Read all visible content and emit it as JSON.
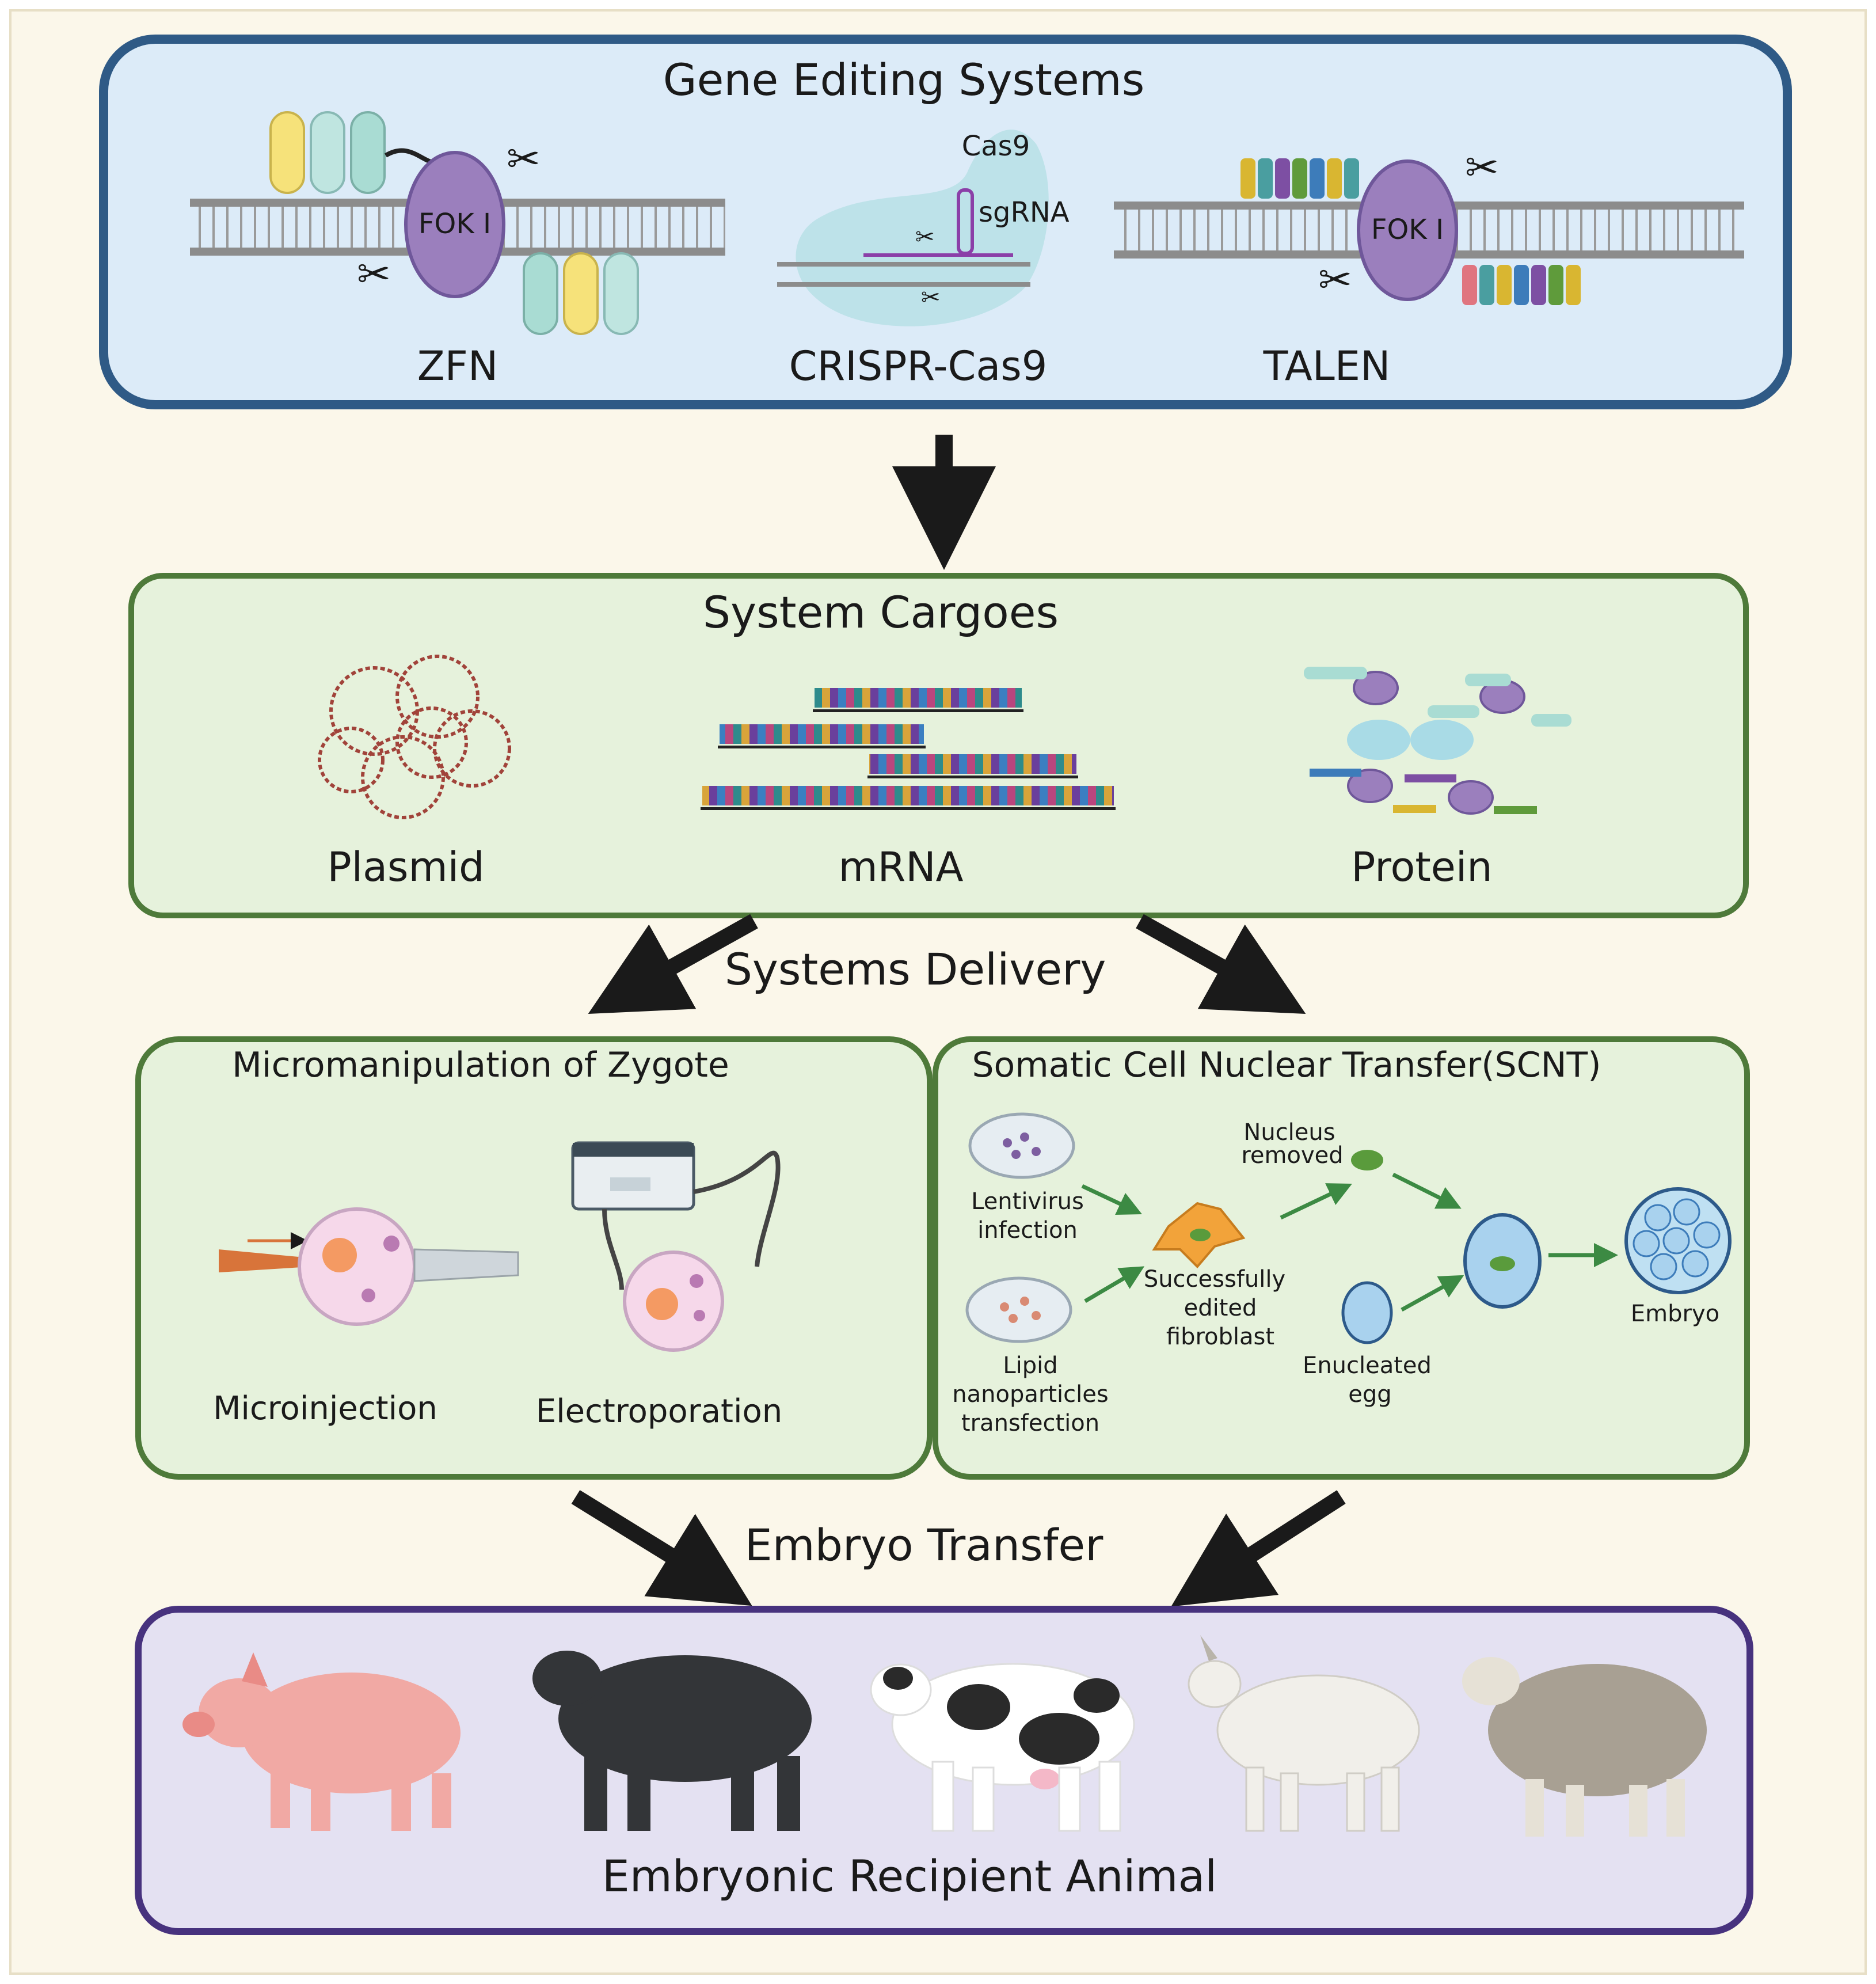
{
  "sections": {
    "gene_editing": {
      "title": "Gene Editing Systems",
      "zfn": "ZFN",
      "crispr": "CRISPR-Cas9",
      "talen": "TALEN",
      "fok1_left": "FOK I",
      "fok1_right": "FOK I",
      "cas9": "Cas9",
      "sgrna": "sgRNA"
    },
    "cargoes": {
      "title": "System Cargoes",
      "plasmid": "Plasmid",
      "mrna": "mRNA",
      "protein": "Protein"
    },
    "delivery": {
      "title": "Systems Delivery"
    },
    "micromanipulation": {
      "title": "Micromanipulation of Zygote",
      "microinjection": "Microinjection",
      "electroporation": "Electroporation"
    },
    "scnt": {
      "title": "Somatic Cell Nuclear Transfer(SCNT)",
      "lentivirus_line1": "Lentivirus",
      "lentivirus_line2": "infection",
      "lipid_line1": "Lipid",
      "lipid_line2": "nanoparticles",
      "lipid_line3": "transfection",
      "fibroblast_line1": "Successfully",
      "fibroblast_line2": "edited",
      "fibroblast_line3": "fibroblast",
      "nucleus_line1": "Nucleus",
      "nucleus_line2": "removed",
      "egg_line1": "Enucleated",
      "egg_line2": "egg",
      "embryo": "Embryo"
    },
    "transfer": {
      "title": "Embryo Transfer"
    },
    "recipient": {
      "title": "Embryonic Recipient Animal"
    }
  },
  "colors": {
    "page_bg": "#fbf7ea",
    "gene_box_fill": "#dcebf8",
    "gene_box_stroke": "#2f5a86",
    "green_box_fill": "#e6f2dc",
    "green_box_stroke": "#4e7a3a",
    "purple_box_fill": "#e4e1f2",
    "purple_box_stroke": "#47327e",
    "arrow": "#1a1a1a",
    "protein_purple": "#9b7fbd",
    "green_arrow": "#3c8a43"
  }
}
